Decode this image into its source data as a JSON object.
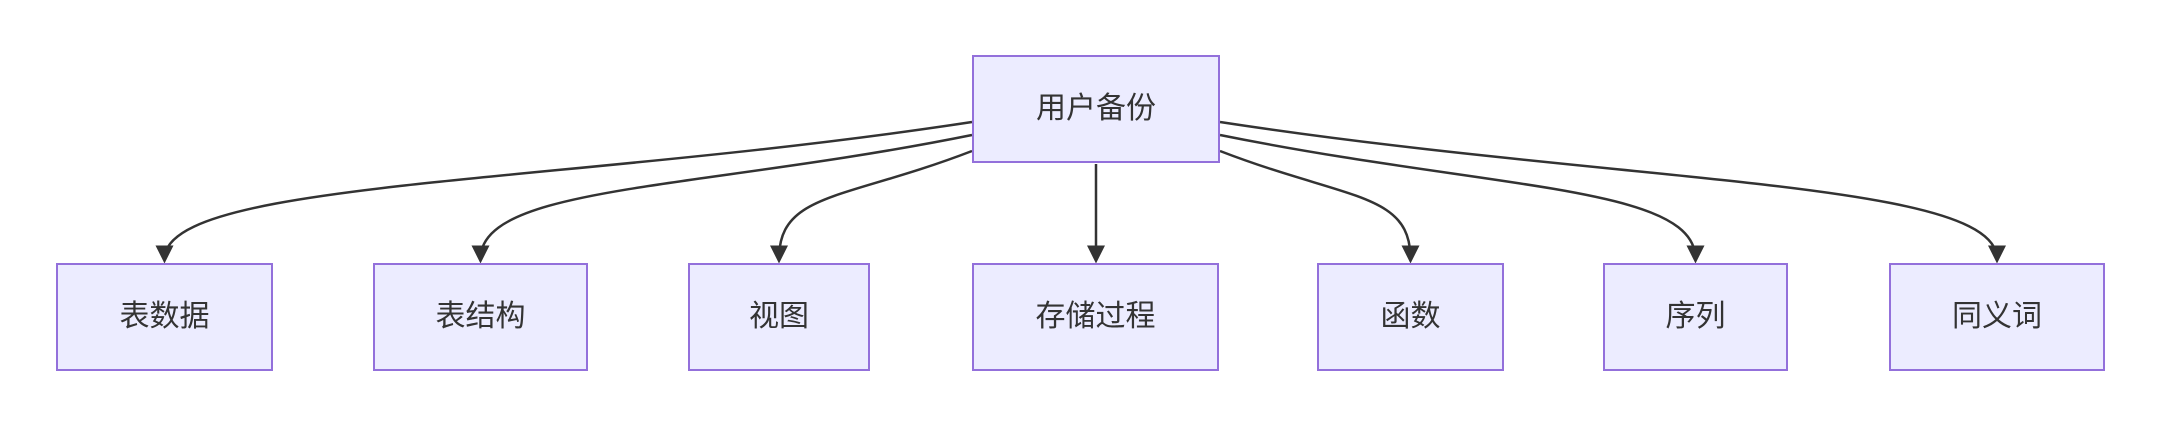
{
  "diagram": {
    "type": "flowchart",
    "direction": "top-down",
    "root": {
      "label": "用户备份"
    },
    "children": [
      {
        "label": "表数据"
      },
      {
        "label": "表结构"
      },
      {
        "label": "视图"
      },
      {
        "label": "存储过程"
      },
      {
        "label": "函数"
      },
      {
        "label": "序列"
      },
      {
        "label": "同义词"
      }
    ],
    "edges": [
      {
        "from": "用户备份",
        "to": "表数据"
      },
      {
        "from": "用户备份",
        "to": "表结构"
      },
      {
        "from": "用户备份",
        "to": "视图"
      },
      {
        "from": "用户备份",
        "to": "存储过程"
      },
      {
        "from": "用户备份",
        "to": "函数"
      },
      {
        "from": "用户备份",
        "to": "序列"
      },
      {
        "from": "用户备份",
        "to": "同义词"
      }
    ],
    "colors": {
      "node_fill": "#ECECFF",
      "node_border": "#9370DB",
      "edge_stroke": "#333333",
      "text": "#333333",
      "background": "#FFFFFF"
    }
  }
}
